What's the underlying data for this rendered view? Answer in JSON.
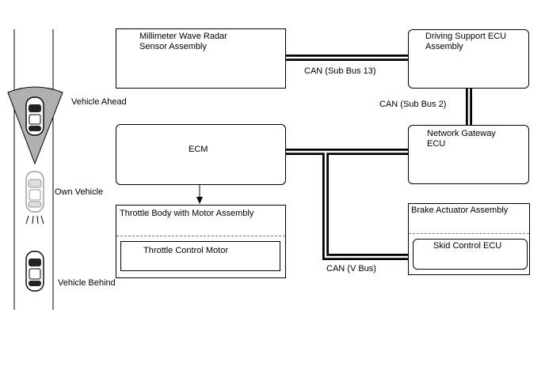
{
  "components": {
    "radar": "Millimeter Wave Radar\nSensor Assembly",
    "dsecu": "Driving Support ECU\nAssembly",
    "gateway": "Network Gateway\nECU",
    "ecm": "ECM",
    "throttle_body": "Throttle Body with Motor Assembly",
    "throttle_motor": "Throttle Control Motor",
    "brake_actuator": "Brake Actuator Assembly",
    "skid_ecu": "Skid Control ECU"
  },
  "buses": {
    "sub13": "CAN (Sub Bus 13)",
    "sub2": "CAN (Sub Bus 2)",
    "vbus": "CAN (V Bus)"
  },
  "vehicles": {
    "ahead": "Vehicle Ahead",
    "own": "Own Vehicle",
    "behind": "Vehicle Behind"
  }
}
